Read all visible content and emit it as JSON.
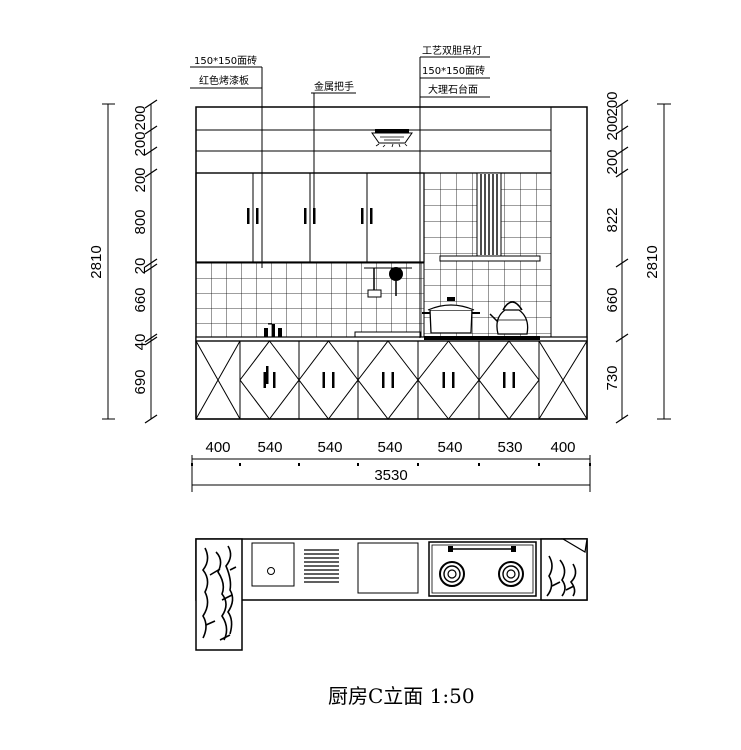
{
  "title": "厨房C立面 1:50",
  "annotations": {
    "tile_left": "150*150面砖",
    "red_panel": "红色烤漆板",
    "metal_handle": "金属把手",
    "pendant_lamp": "工艺双胆吊灯",
    "tile_right": "150*150面砖",
    "marble_top": "大理石台面"
  },
  "left_dimensions": {
    "total": "2810",
    "segments": [
      "200",
      "200",
      "200",
      "800",
      "20",
      "660",
      "40",
      "690"
    ]
  },
  "right_dimensions": {
    "total": "2810",
    "segments": [
      "200",
      "200",
      "200",
      "822",
      "660",
      "730"
    ]
  },
  "bottom_dimensions": {
    "segments": [
      "400",
      "540",
      "540",
      "540",
      "540",
      "530",
      "400"
    ],
    "total": "3530"
  }
}
